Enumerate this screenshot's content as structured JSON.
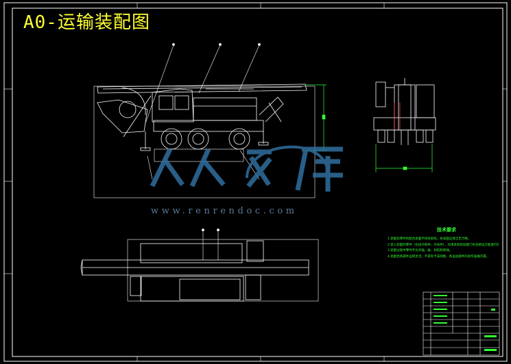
{
  "title": "A0-运输装配图",
  "watermark": {
    "brand": "人人文库",
    "url": "www.renrendoc.com"
  },
  "technical_requirements": {
    "heading": "技术要求",
    "notes": [
      "1.装配前零件的配合表面不得有损伤，各表面应清洁无污物。",
      "2.装入装配的零件（包括外购件、外协件），均须具有检验部门的合格证方能进行装配。",
      "3.装配过程中零件不允许磕、碰、划伤和锈蚀。",
      "4.装配后各部件运转灵活，不得有卡滞现象，各运动部件的动作准确可靠。"
    ]
  },
  "colors": {
    "background": "#000000",
    "linework": "#ffffff",
    "title": "#ffff33",
    "dimension": "#33ff33",
    "watermark": "#2f6f9f"
  }
}
